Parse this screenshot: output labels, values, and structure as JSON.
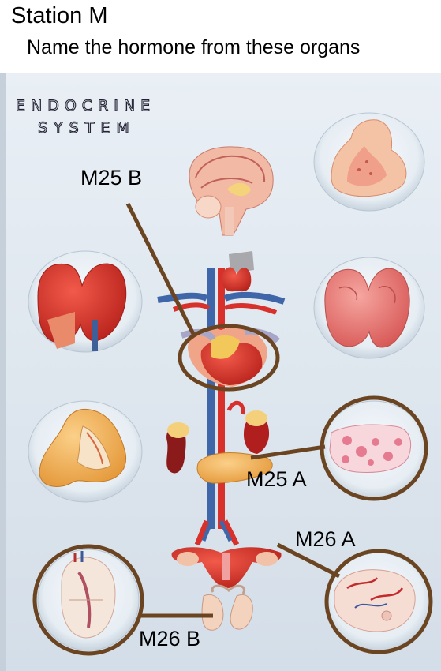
{
  "header": {
    "title": "Station M",
    "subtitle": "Name the hormone from these organs"
  },
  "chart_title": {
    "line1": "ENDOCRINE",
    "line2": "SYSTEM"
  },
  "labels": {
    "m25b": "M25 B",
    "m25a": "M25 A",
    "m26a": "M26 A",
    "m26b": "M26 B"
  },
  "colors": {
    "board": "#dfe7f0",
    "marker": "#6b4421",
    "organ_red": "#d8302a",
    "vein_blue": "#4a6fa6"
  }
}
